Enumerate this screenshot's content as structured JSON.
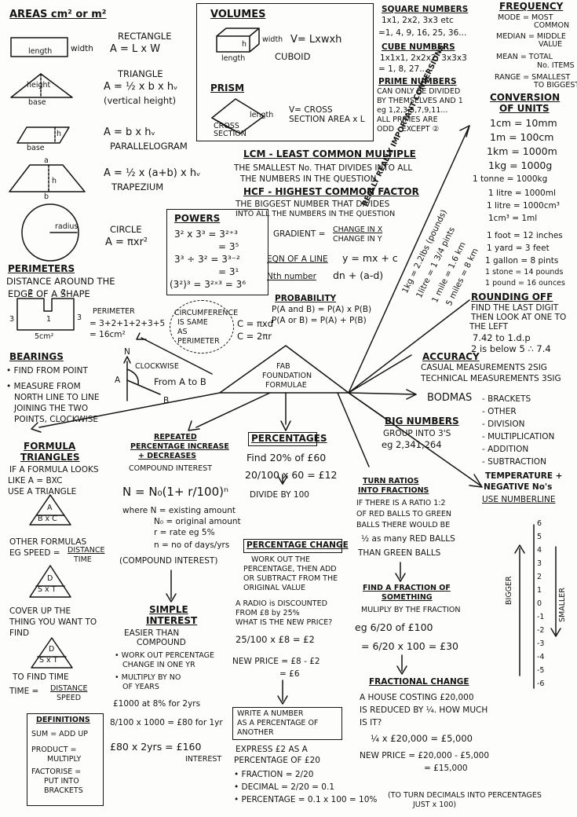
{
  "areas": {
    "title": "AREAS  cm² or m²",
    "rect": {
      "name": "RECTANGLE",
      "formula": "A = L x W",
      "width": "width",
      "length": "length"
    },
    "tri": {
      "name": "TRIANGLE",
      "formula": "A = ½ x b x hᵥ",
      "note": "(vertical height)",
      "height": "height",
      "base": "base"
    },
    "para": {
      "formula": "A = b x hᵥ",
      "name": "PARALLELOGRAM",
      "base": "base",
      "h": "h"
    },
    "trap": {
      "formula": "A = ½ x (a+b) x hᵥ",
      "name": "TRAPEZIUM",
      "a": "a",
      "b": "b",
      "h": "h"
    },
    "circle": {
      "name": "CIRCLE",
      "formula": "A = πxr²",
      "radius": "radius"
    }
  },
  "volumes": {
    "title": "VOLUMES",
    "width": "width",
    "formula": "V= Lxwxh",
    "length": "length",
    "h": "h",
    "name": "CUBOID",
    "prism_title": "PRISM",
    "prism_length": "length",
    "cross": "CROSS",
    "section": "SECTION",
    "prism_formula": "V= CROSS SECTION AREA x L"
  },
  "square": {
    "title": "SQUARE NUMBERS",
    "l1": "1x1, 2x2, 3x3 etc",
    "l2": "=1, 4, 9, 16, 25, 36..."
  },
  "cube": {
    "title": "CUBE NUMBERS",
    "l1": "1x1x1, 2x2x2, 3x3x3",
    "l2": "= 1, 8, 27..."
  },
  "prime": {
    "title": "PRIME NUMBERS",
    "lines": [
      "CAN ONLY BE DIVIDED",
      "BY THEMSELVES AND 1",
      "eg 1,2,3,5,7,9,11...",
      "ALL PRIMES ARE",
      "ODD - EXCEPT ②"
    ]
  },
  "frequency": {
    "title": "FREQUENCY",
    "mode": "MODE = MOST",
    "mode2": "COMMON",
    "median": "MEDIAN = MIDDLE",
    "median2": "VALUE",
    "mean": "MEAN = TOTAL",
    "mean2": "No. ITEMS",
    "range": "RANGE = SMALLEST",
    "range2": "TO BIGGEST"
  },
  "conversion": {
    "title": "CONVERSION",
    "title2": "OF UNITS",
    "metric": [
      "1cm = 10mm",
      "1m = 100cm",
      "1km = 1000m",
      "1kg = 1000g",
      "1 tonne = 1000kg",
      "1 litre = 1000ml",
      "1 litre = 1000cm³",
      "1cm³ = 1ml"
    ],
    "imperial": [
      "1 foot = 12 inches",
      "1 yard = 3 feet",
      "1 gallon = 8 pints",
      "1 stone = 14 pounds",
      "1 pound = 16 ounces"
    ]
  },
  "diag": {
    "heading": "REALLY REALLY IMPORTANT CONVERSIONS",
    "lines": [
      "1kg = 2.2lbs (pounds)",
      "1litre = 1 3/4 pints",
      "1 mile = 1.6 km",
      "5 miles = 8 km"
    ]
  },
  "lcm": {
    "title": "LCM - LEAST COMMON MULTIPLE",
    "l1": "THE SMALLEST No. THAT DIVIDES INTO ALL",
    "l2": "THE NUMBERS IN THE QUESTION"
  },
  "hcf": {
    "title": "HCF - HIGHEST COMMON FACTOR",
    "l1": "THE BIGGEST NUMBER THAT DIVIDES",
    "l2": "INTO ALL THE NUMBERS IN THE QUESTION"
  },
  "powers": {
    "title": "POWERS",
    "l1": "3² x 3³ = 3²⁺³",
    "l1b": "= 3⁵",
    "l2": "3³ ÷ 3² = 3³⁻²",
    "l2b": "= 3¹",
    "l3": "(3²)³ = 3²ˣ³ = 3⁶"
  },
  "gradient": {
    "label": "GRADIENT =",
    "top": "CHANGE IN X",
    "bottom": "CHANGE IN Y"
  },
  "eqline": {
    "label": "EQN OF A LINE",
    "formula": "y = mx + c"
  },
  "nth": {
    "label": "Nth number",
    "formula": "dn + (a-d)"
  },
  "probability": {
    "title": "PROBABILITY",
    "l1": "P(A and B) = P(A) x P(B)",
    "l2": "P(A or B) = P(A) + P(B)"
  },
  "perimeters": {
    "title": "PERIMETERS",
    "l1": "DISTANCE AROUND THE",
    "l2": "EDGE OF A SHAPE",
    "label": "PERIMETER",
    "w1": "= 3+2+1+2+3+5",
    "w2": "= 16cm²",
    "d2a": "2",
    "d2b": "2",
    "d1": "1",
    "d3a": "3",
    "d3b": "3",
    "d5": "5cm²"
  },
  "circumference": {
    "l1": "CIRCUMFERENCE",
    "l2": "IS SAME",
    "l3": "AS",
    "l4": "PERIMETER",
    "f1": "C = πxd",
    "f2": "C = 2πr"
  },
  "bearings": {
    "title": "BEARINGS",
    "l1": "• FIND FROM POINT",
    "l2": "• MEASURE FROM",
    "l3": "NORTH LINE TO LINE",
    "l4": "JOINING THE TWO",
    "l5": "POINTS, CLOCKWISE",
    "n": "N",
    "a": "A",
    "b": "B",
    "clockwise": "CLOCKWISE",
    "atob": "From A to B"
  },
  "center": {
    "l1": "FAB",
    "l2": "FOUNDATION",
    "l3": "FORMULAE"
  },
  "rounding": {
    "title": "ROUNDING OFF",
    "l1": "FIND THE LAST DIGIT",
    "l2": "THEN LOOK AT ONE TO",
    "l3": "THE LEFT",
    "l4": "7.42 to 1.d.p",
    "l5": "2 is below 5 ∴ 7.4"
  },
  "accuracy": {
    "title": "ACCURACY",
    "l1": "CASUAL MEASUREMENTS 2SIG",
    "l2": "TECHNICAL MEASUREMENTS 3SIG"
  },
  "bodmas": {
    "title": "BODMAS",
    "items": [
      "- BRACKETS",
      "- OTHER",
      "- DIVISION",
      "- MULTIPLICATION",
      "- ADDITION",
      "- SUBTRACTION"
    ]
  },
  "big": {
    "title": "BIG NUMBERS",
    "l1": "GROUP INTO 3'S",
    "l2": "eg 2,341,264"
  },
  "temp": {
    "l1": "TEMPERATURE +",
    "l2": "NEGATIVE No's",
    "l3": "USE NUMBERLINE"
  },
  "numberline": {
    "ticks": [
      "6",
      "5",
      "4",
      "3",
      "2",
      "1",
      "0",
      "-1",
      "-2",
      "-3",
      "-4",
      "-5",
      "-6"
    ],
    "bigger": "BIGGER",
    "smaller": "SMALLER"
  },
  "formulatri": {
    "title1": "FORMULA",
    "title2": "TRIANGLES",
    "l1": "IF A FORMULA LOOKS",
    "l2": "LIKE A = BXC",
    "l3": "USE A TRIANGLE",
    "t1top": "A",
    "t1bot": "B x C",
    "l4": "OTHER FORMULAS",
    "l5": "EG SPEED =",
    "speed_top": "DISTANCE",
    "speed_bot": "TIME",
    "t2top": "D",
    "t2bot": "S x T",
    "l6": "COVER UP THE",
    "l7": "THING YOU WANT TO",
    "l8": "FIND",
    "t3top": "D",
    "t3bot": "S x T",
    "l9": "TO FIND TIME",
    "l10": "TIME =",
    "time_top": "DISTANCE",
    "time_bot": "SPEED"
  },
  "definitions": {
    "title": "DEFINITIONS",
    "l1": "SUM = ADD UP",
    "l2": "PRODUCT =",
    "l3": "MULTIPLY",
    "l4": "FACTORISE =",
    "l5": "PUT INTO",
    "l6": "BRACKETS"
  },
  "repeated": {
    "t1": "REPEATED",
    "t2": "PERCENTAGE INCREASE",
    "t3": "+ DECREASES",
    "sub": "COMPOUND INTEREST",
    "formula": "N = N₀(1+ r/100)ⁿ",
    "w1": "where  N = existing amount",
    "w2": "N₀ = original amount",
    "w3": "r = rate eg 5%",
    "w4": "n = no of days/yrs",
    "note": "(COMPOUND INTEREST)"
  },
  "simple": {
    "t1": "SIMPLE",
    "t2": "INTEREST",
    "l1": "EASIER THAN",
    "l2": "COMPOUND",
    "b1": "• WORK OUT PERCENTAGE",
    "b1b": "CHANGE IN ONE YR",
    "b2": "• MULTIPLY BY NO",
    "b2b": "OF YEARS",
    "e1": "£1000 at 8% for 2yrs",
    "e2": "8/100 x 1000 = £80 for 1yr",
    "e3": "£80 x 2yrs = £160",
    "e3b": "INTEREST"
  },
  "percentages": {
    "title": "PERCENTAGES",
    "l1": "Find 20% of £60",
    "l2": "20/100 x 60 = £12",
    "l3": "DIVIDE BY 100"
  },
  "pchange": {
    "title": "PERCENTAGE CHANGE",
    "l1": "WORK OUT THE",
    "l2": "PERCENTAGE, THEN ADD",
    "l3": "OR SUBTRACT FROM THE",
    "l4": "ORIGINAL VALUE",
    "l5": "A RADIO is DISCOUNTED",
    "l6": "FROM £8 by 25%",
    "l7": "WHAT IS THE NEW PRICE?",
    "l8": "25/100 x £8 = £2",
    "l9": "NEW PRICE = £8 - £2",
    "l10": "= £6"
  },
  "writenum": {
    "l1": "WRITE A NUMBER",
    "l2": "AS A PERCENTAGE OF",
    "l3": "ANOTHER",
    "l4": "EXPRESS £2 AS A",
    "l5": "PERCENTAGE OF £20",
    "l6": "• FRACTION = 2/20",
    "l7": "• DECIMAL = 2/20 = 0.1",
    "l8": "• PERCENTAGE = 0.1 x 100 = 10%",
    "l9": "(TO TURN DECIMALS INTO PERCENTAGES",
    "l10": "JUST x 100)"
  },
  "ratios": {
    "t1": "TURN RATIOS",
    "t2": "INTO FRACTIONS",
    "l1": "IF THERE IS A RATIO 1:2",
    "l2": "OF RED BALLS TO GREEN",
    "l3": "BALLS THERE WOULD BE",
    "l4": "½ as many RED BALLS",
    "l5": "THAN GREEN BALLS"
  },
  "fraction": {
    "t1": "FIND A FRACTION OF",
    "t2": "SOMETHING",
    "l1": "MULIPLY BY THE FRACTION",
    "l2": "eg 6/20 of £100",
    "l3": "= 6/20 x 100 = £30"
  },
  "fchange": {
    "title": "FRACTIONAL CHANGE",
    "l1": "A HOUSE COSTING £20,000",
    "l2": "IS REDUCED BY ¼. HOW MUCH",
    "l3": "IS IT?",
    "l4": "¼ x £20,000 = £5,000",
    "l5": "NEW PRICE = £20,000 - £5,000",
    "l6": "= £15,000"
  }
}
